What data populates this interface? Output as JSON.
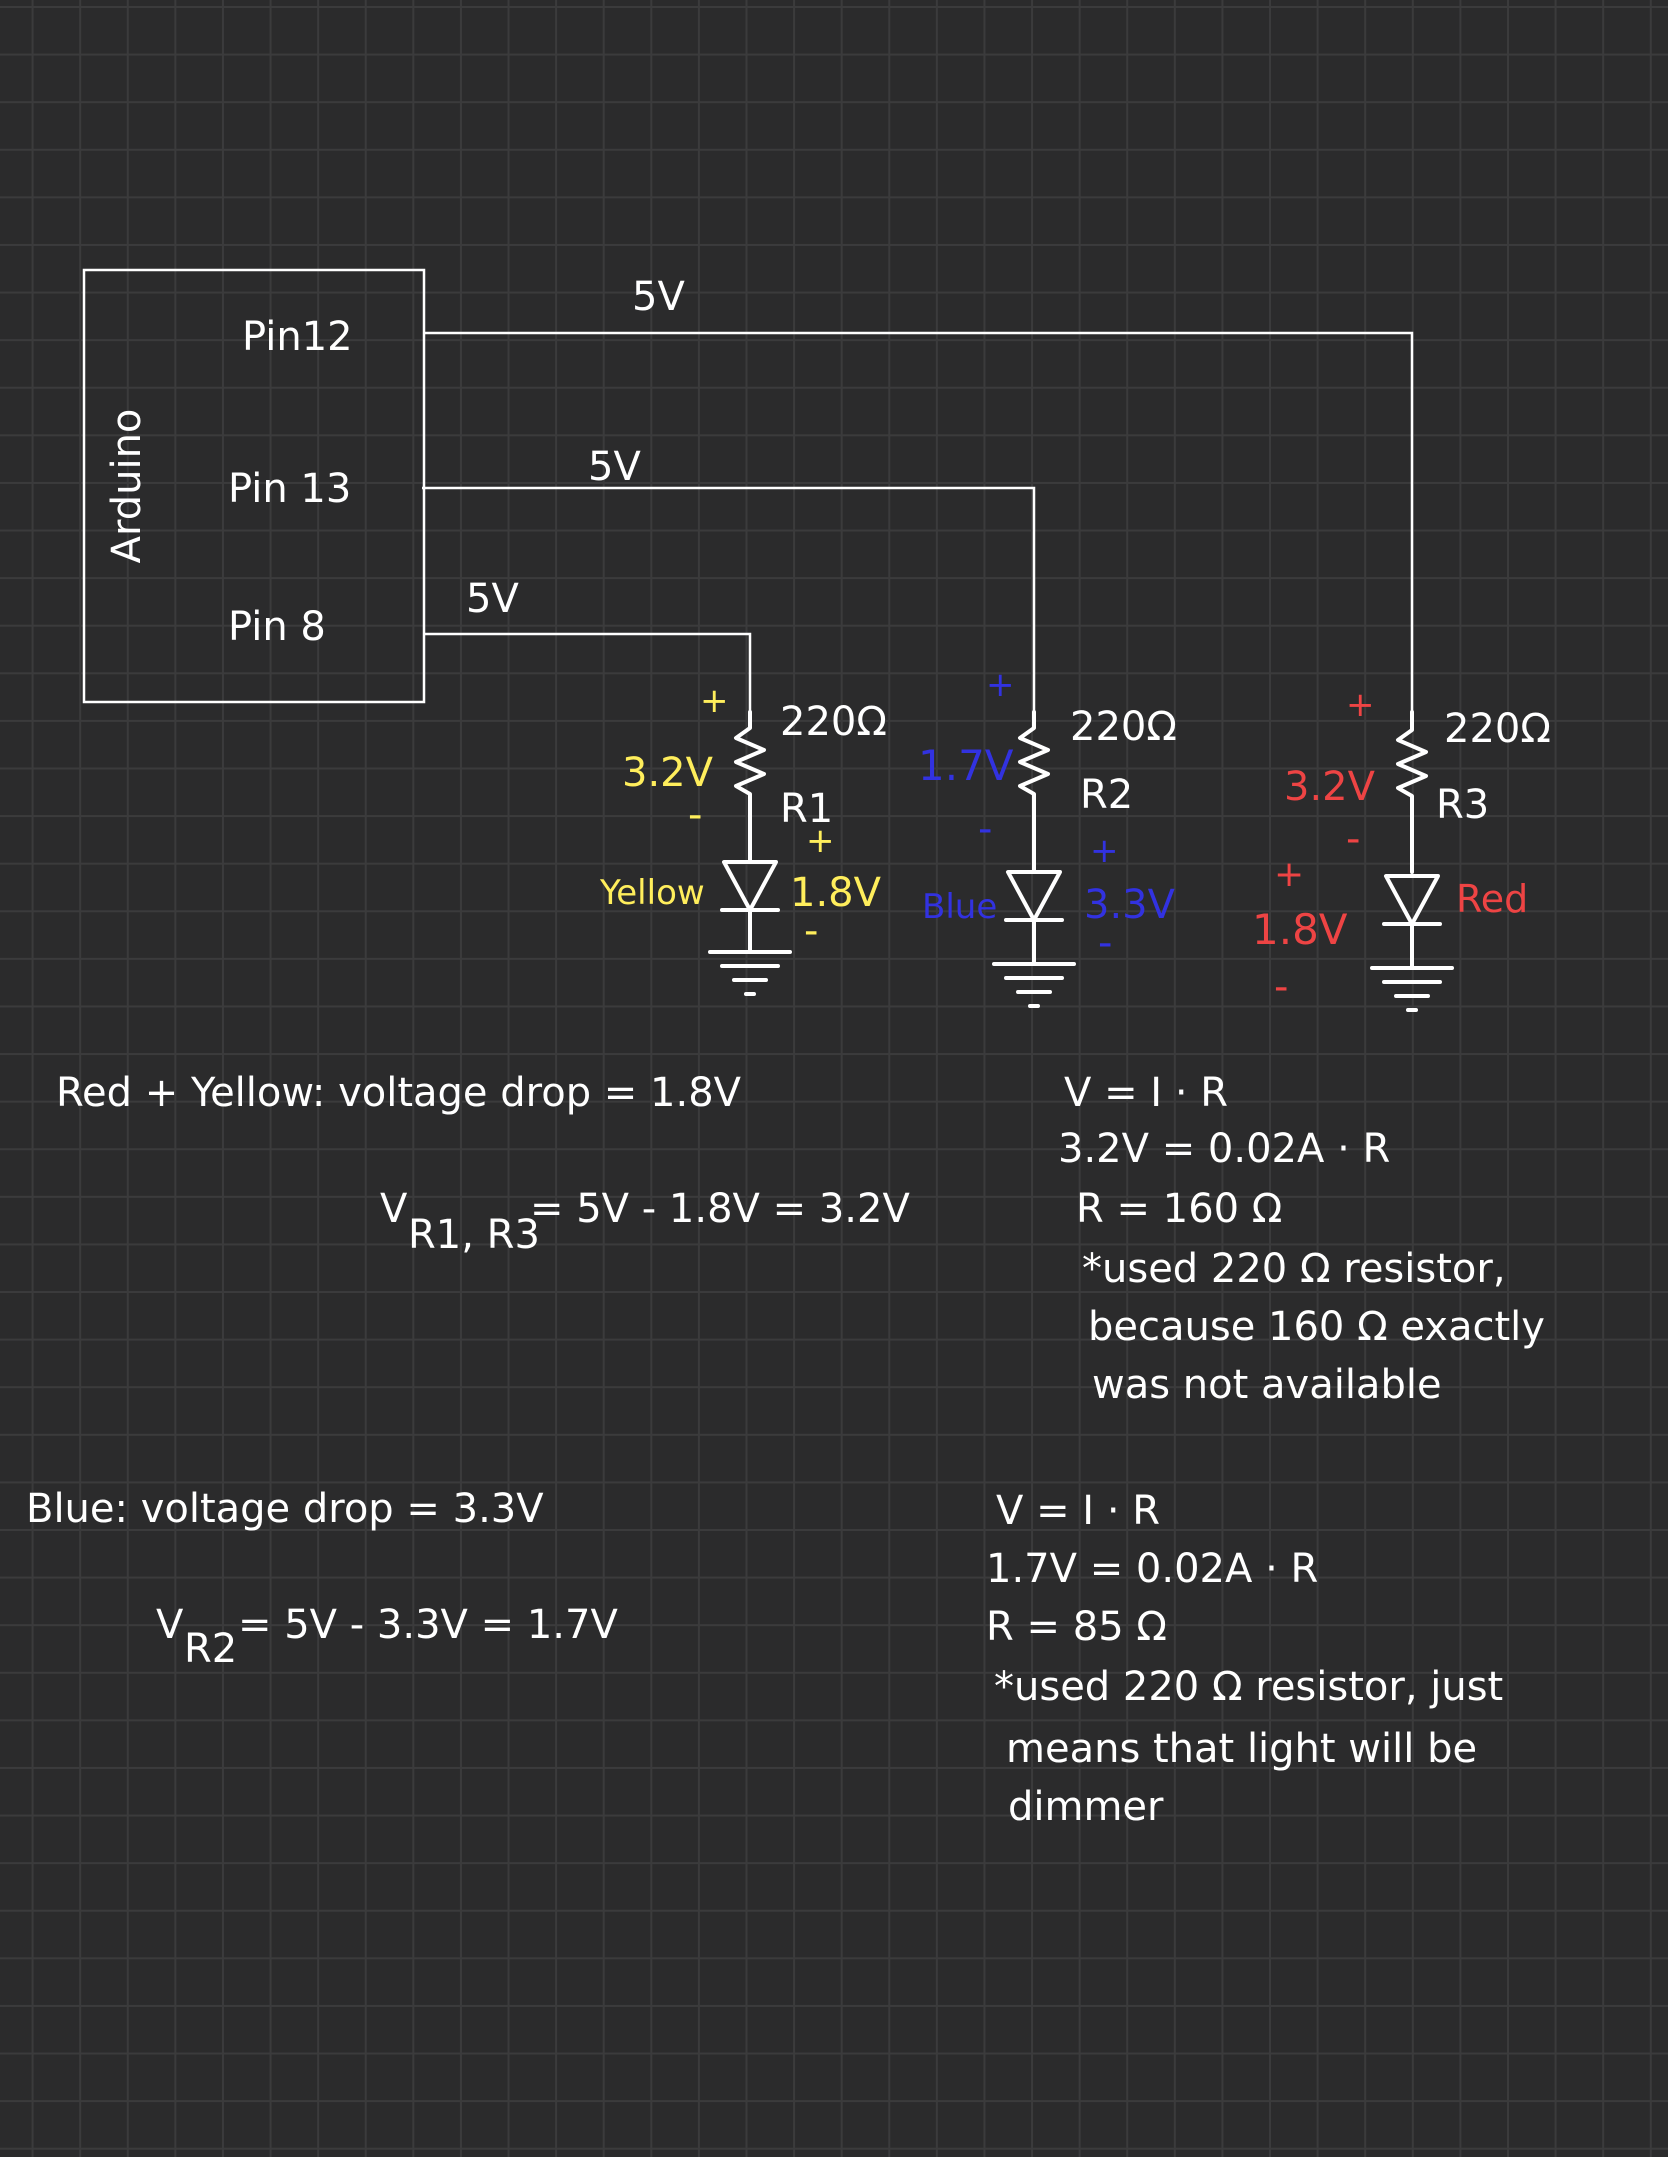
{
  "colors": {
    "background": "#2b2b2c",
    "grid": "#3b3b3c",
    "ink": "#ffffff",
    "yellow": "#ffee5c",
    "blue": "#3232e0",
    "red": "#ee4444"
  },
  "circuit": {
    "board_label": "Arduino",
    "pins": [
      {
        "label": "Pin12",
        "wire_voltage": "5V"
      },
      {
        "label": "Pin 13",
        "wire_voltage": "5V"
      },
      {
        "label": "Pin 8",
        "wire_voltage": "5V"
      }
    ],
    "branches": [
      {
        "color": "yellow",
        "resistor_value": "220Ω",
        "resistor_name": "R1",
        "resistor_voltage": "3.2V",
        "led_label": "Yellow",
        "led_voltage": "1.8V",
        "plus": "+",
        "minus": "-"
      },
      {
        "color": "blue",
        "resistor_value": "220Ω",
        "resistor_name": "R2",
        "resistor_voltage": "1.7V",
        "led_label": "Blue",
        "led_voltage": "3.3V",
        "plus": "+",
        "minus": "-"
      },
      {
        "color": "red",
        "resistor_value": "220Ω",
        "resistor_name": "R3",
        "resistor_voltage": "3.2V",
        "led_label": "Red",
        "led_voltage": "1.8V",
        "plus": "+",
        "minus": "-"
      }
    ]
  },
  "notes": {
    "red_yellow_drop": "Red + Yellow: voltage drop = 1.8V",
    "vr1r3_symbol": "V",
    "vr1r3_subscript": "R1, R3",
    "vr1r3_rhs": "= 5V - 1.8V = 3.2V",
    "calc1": [
      "V = I · R",
      "3.2V = 0.02A · R",
      "R = 160 Ω"
    ],
    "note1": [
      "*used 220 Ω resistor,",
      "because 160 Ω exactly",
      "was not available"
    ],
    "blue_drop": "Blue: voltage drop = 3.3V",
    "vr2_symbol": "V",
    "vr2_subscript": "R2",
    "vr2_rhs": "= 5V - 3.3V = 1.7V",
    "calc2": [
      "V = I · R",
      "1.7V = 0.02A · R",
      "R = 85 Ω"
    ],
    "note2": [
      "*used 220 Ω resistor, just",
      "means that light will be",
      "dimmer"
    ]
  }
}
